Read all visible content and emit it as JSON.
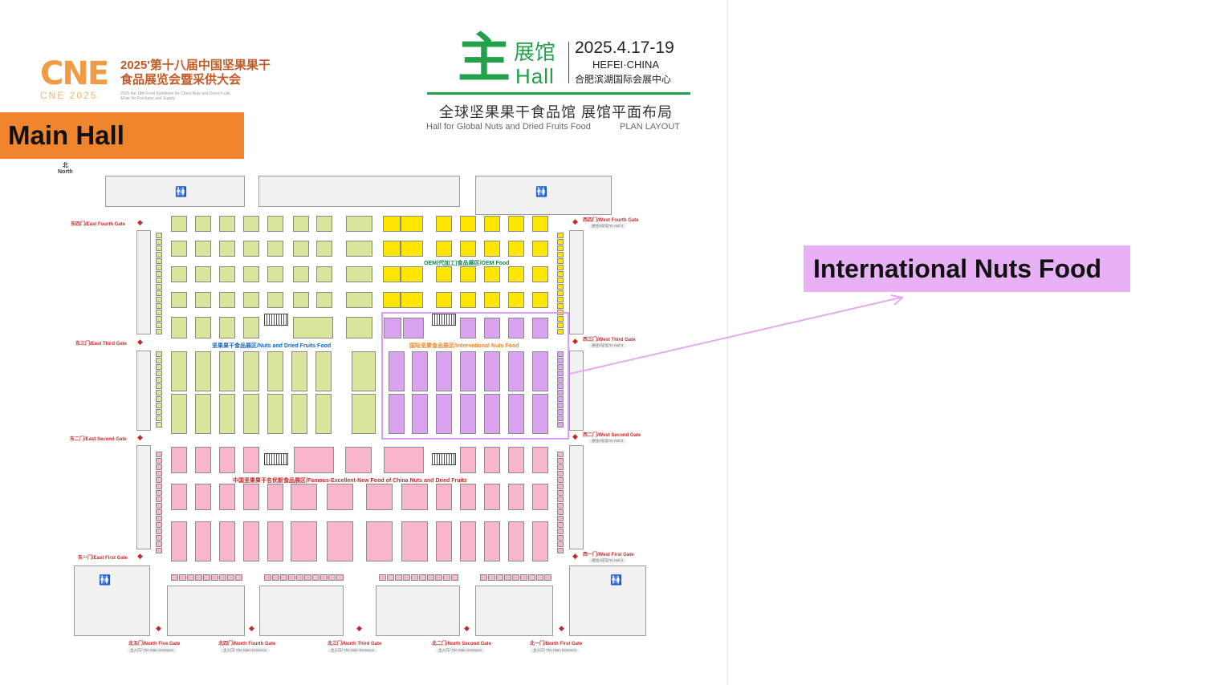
{
  "header": {
    "logo_mark": "CNE",
    "logo_sub": "CNE 2025",
    "expo_title_line1": "2025'第十八届中国坚果果干",
    "expo_title_line2": "食品展览会暨采供大会",
    "expo_en_line1": "2025 the 18th Food Exhibition for China Nuts and Dried Fruits",
    "expo_en_line2": "&Fair for Purchase and Supply",
    "main_hall_banner": "Main Hall",
    "hall_char": "主",
    "hall_cn": "展馆",
    "hall_en": "Hall",
    "date": "2025.4.17-19",
    "city": "HEFEI·CHINA",
    "venue": "合肥滨湖国际会展中心",
    "subtitle_cn": "全球坚果果干食品馆   展馆平面布局",
    "subtitle_en_left": "Hall for Global Nuts and Dried Fruits Food",
    "subtitle_en_right": "PLAN LAYOUT"
  },
  "compass": {
    "cn": "北",
    "en": "North"
  },
  "gates": {
    "east_fourth": "东四门/East Fourth Gate",
    "east_third": "东三门/East Third Gate",
    "east_second": "东二门/East Second Gate",
    "east_first": "东一门/East First Gate",
    "west_fourth": "西四门/West Fourth Gate",
    "west_third": "西三门/West Third Gate",
    "west_second": "西二门/West Second Gate",
    "west_first": "西一门/West First Gate",
    "west_sub": "通往3号馆/To Hall 3",
    "north_five": "北五门/North Five Gate",
    "north_fourth": "北四门/North Fourth Gate",
    "north_third": "北三门/North Third Gate",
    "north_second": "北二门/North Second Gate",
    "north_first": "北一门/North First Gate",
    "north_sub": "主入口/ The Main Entrance"
  },
  "zones": {
    "oem": "OEM(代加工)食品展区/OEM Food",
    "nuts": "坚果果干食品展区/Nuts and Dried Fruits Food",
    "intl": "国际坚果食品展区/International Nuts Food",
    "famous": "中国坚果果干名优新食品展区/Famous-Excellent-New Food of China Nuts and Dried Fruits"
  },
  "restroom_icon": "restroom-icon",
  "callout": {
    "text": "International Nuts Food"
  },
  "colors": {
    "oem_yellow": "#ffe600",
    "nuts_green": "#d9e59a",
    "famous_pink": "#f7b6cc",
    "intl_violet": "#d9a3f0",
    "callout_bg": "#e9b1f5",
    "banner_orange": "#f0852e",
    "brand_green": "#23a04a"
  }
}
